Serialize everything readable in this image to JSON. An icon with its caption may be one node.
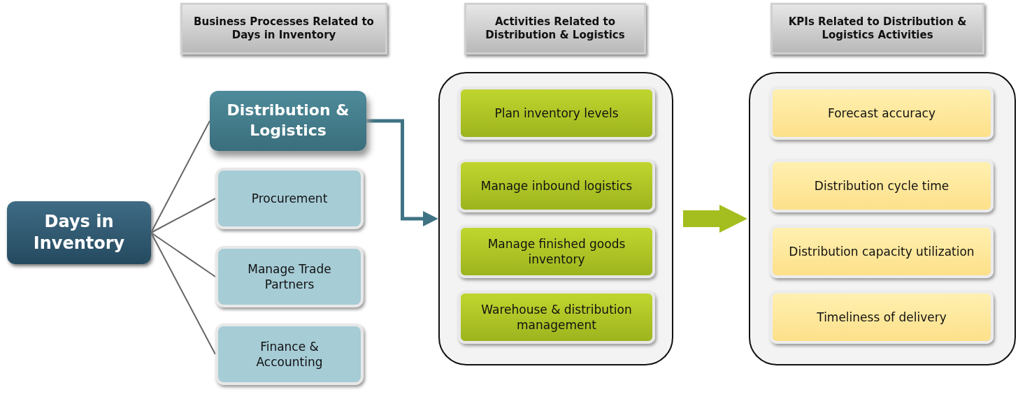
{
  "diagram": {
    "nodes": [
      {
        "text": [
          "Business Processes Related to  Days in Inventory"
        ]
      },
      {
        "text": [
          "Activities Related to Distribution & Logistics"
        ]
      },
      {
        "text": [
          "KPIs Related to Distribution & Logistics  Activities"
        ]
      },
      {
        "text": [
          "Days in Inventory"
        ]
      },
      {
        "text": [
          "Distribution & Logistics"
        ]
      },
      {
        "text": [
          "Procurement"
        ]
      },
      {
        "text": [
          "Manage Trade Partners"
        ]
      },
      {
        "text": [
          "Finance & Accounting"
        ]
      },
      {
        "text": [],
        "shape": "box"
      },
      {
        "text": [
          "Plan inventory levels"
        ],
        "in": 8
      },
      {
        "text": [
          "Manage inbound logistics"
        ],
        "in": 8
      },
      {
        "text": [
          "Manage finished goods inventory"
        ],
        "in": 8
      },
      {
        "text": [
          "Warehouse & distribution management"
        ],
        "in": 8
      },
      {
        "text": [],
        "shape": "box"
      },
      {
        "text": [
          "Forecast accuracy"
        ],
        "in": 13
      },
      {
        "text": [
          "Distribution cycle time"
        ],
        "in": 13
      },
      {
        "text": [
          "Distribution capacity utilization"
        ],
        "in": 13
      },
      {
        "text": [
          "Timeliness of delivery"
        ],
        "in": 13
      }
    ],
    "edges": [
      {
        "from": 3,
        "to": 4,
        "arrow": "none"
      },
      {
        "from": 3,
        "to": 5,
        "arrow": "none"
      },
      {
        "from": 3,
        "to": 6,
        "arrow": "none"
      },
      {
        "from": 3,
        "to": 7,
        "arrow": "none"
      },
      {
        "from": 4,
        "to": 8,
        "arrow": "to",
        "style": "thick",
        "color": "#3f7383"
      },
      {
        "from": 8,
        "to": 13,
        "arrow": "to",
        "style": "thick",
        "color": "#a3be1e"
      }
    ]
  }
}
